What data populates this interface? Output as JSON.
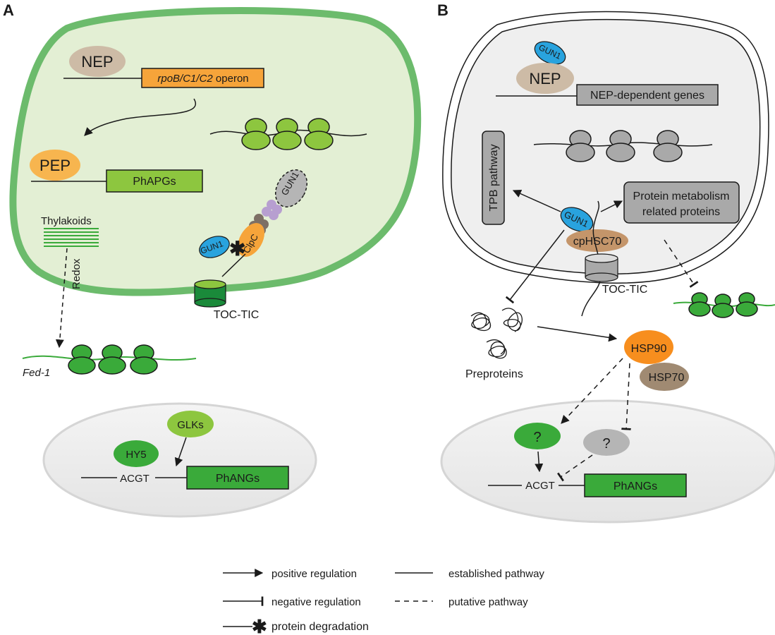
{
  "panels": {
    "a": {
      "letter": "A",
      "nep": "NEP",
      "operon": {
        "genes": "rpoB/C1/C2",
        "suffix": " operon"
      },
      "pep": "PEP",
      "phapgs": "PhAPGs",
      "thylakoids": "Thylakoids",
      "redox": "Redox",
      "gun1_a": "GUN1",
      "gun1_b": "GUN1",
      "clpc": "ClpC",
      "toc_tic": "TOC-TIC",
      "fed1": "Fed-1",
      "glks": "GLKs",
      "hy5": "HY5",
      "acgt": "ACGT",
      "phangs": "PhANGs"
    },
    "b": {
      "letter": "B",
      "gun1_top": "GUN1",
      "nep": "NEP",
      "nep_genes": "NEP-dependent genes",
      "tpb": "TPB pathway",
      "protein_meta_1": "Protein metabolism",
      "protein_meta_2": "related proteins",
      "gun1_mid": "GUN1",
      "cphsc70": "cpHSC70",
      "toc_tic": "TOC-TIC",
      "preproteins": "Preproteins",
      "hsp90": "HSP90",
      "hsp70": "HSP70",
      "q1": "?",
      "q2": "?",
      "acgt": "ACGT",
      "phangs": "PhANGs"
    }
  },
  "legend": {
    "positive": "positive regulation",
    "negative": "negative regulation",
    "degradation": "protein degradation",
    "established": "established pathway",
    "putative": "putative pathway"
  }
}
